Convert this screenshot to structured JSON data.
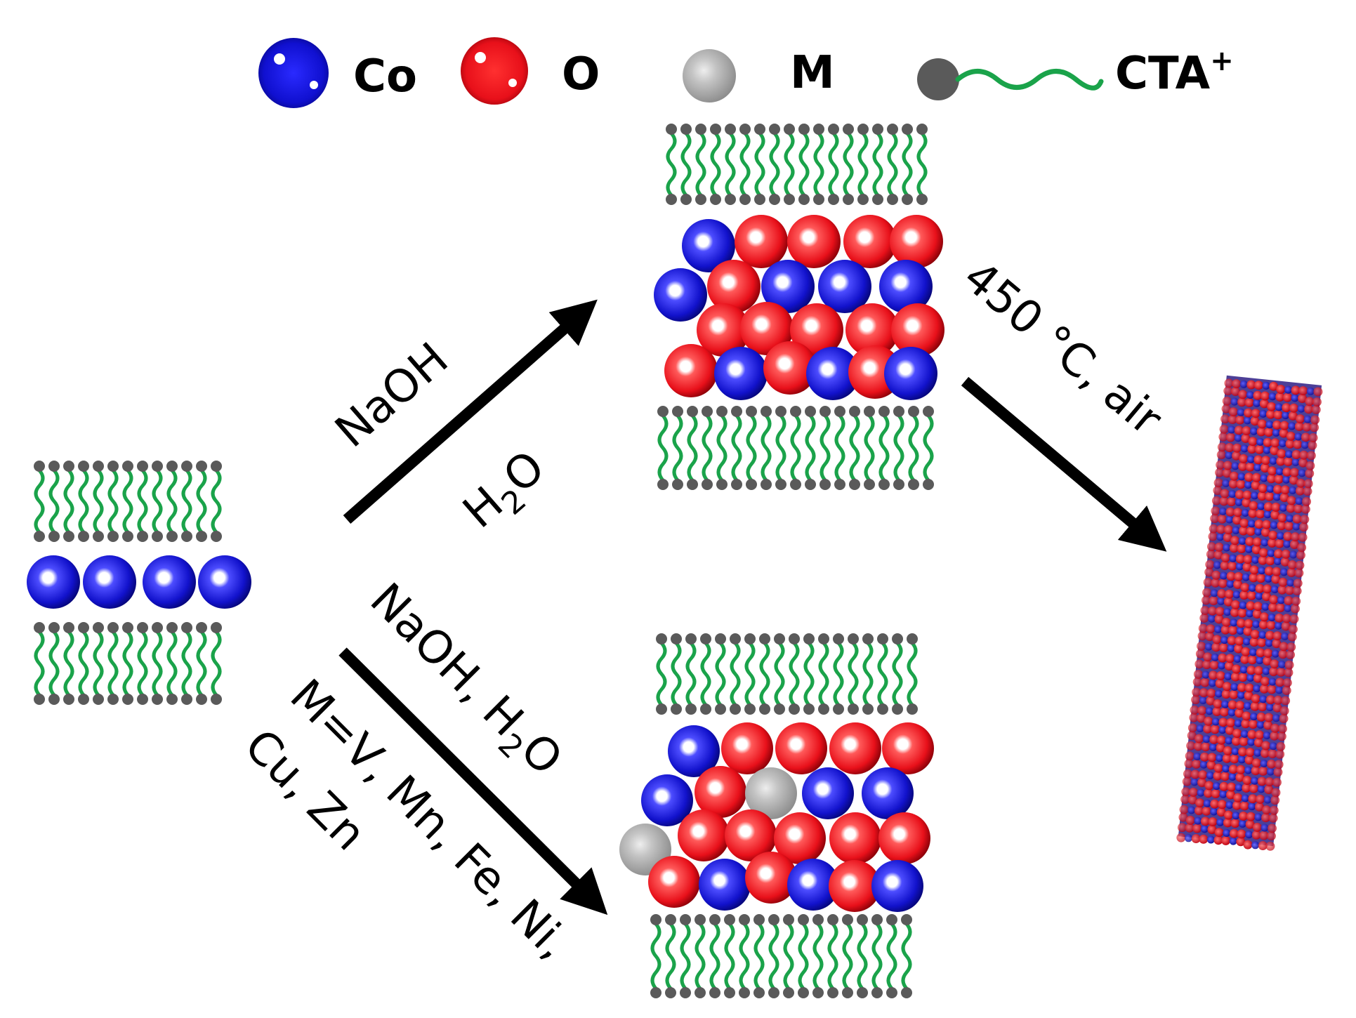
{
  "legend": {
    "co": "Co",
    "o": "O",
    "m": "M",
    "cta": "CTA",
    "cta_sup": "+"
  },
  "conditions": {
    "upper_reagent": "NaOH",
    "upper_solvent_main": "H",
    "upper_solvent_sub": "2",
    "upper_solvent_tail": "O",
    "lower_reagent_main": "NaOH, H",
    "lower_reagent_sub": "2",
    "lower_reagent_tail": "O",
    "dopant_line1": "M=V, Mn, Fe, Ni,",
    "dopant_line2": "Cu, Zn",
    "calcination": "450 °C, air"
  },
  "colors": {
    "cobalt": "#1010c8",
    "oxygen": "#e8101a",
    "metal_m": "#a8a8a8",
    "cta_head": "#5a5a5a",
    "cta_tail": "#1aa34a",
    "arrow": "#000000"
  }
}
